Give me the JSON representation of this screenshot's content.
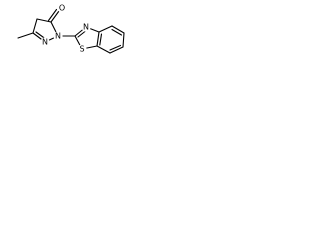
{
  "diagram": {
    "type": "chemical-structure",
    "atom_labels": {
      "carbonyl_oxygen": "O",
      "pyrazole_n1": "N",
      "pyrazole_n2": "N",
      "thiazole_nitrogen": "N",
      "thiazole_sulfur": "S"
    },
    "colors": {
      "bond": "#000000",
      "label": "#000000",
      "background": "#ffffff"
    }
  }
}
